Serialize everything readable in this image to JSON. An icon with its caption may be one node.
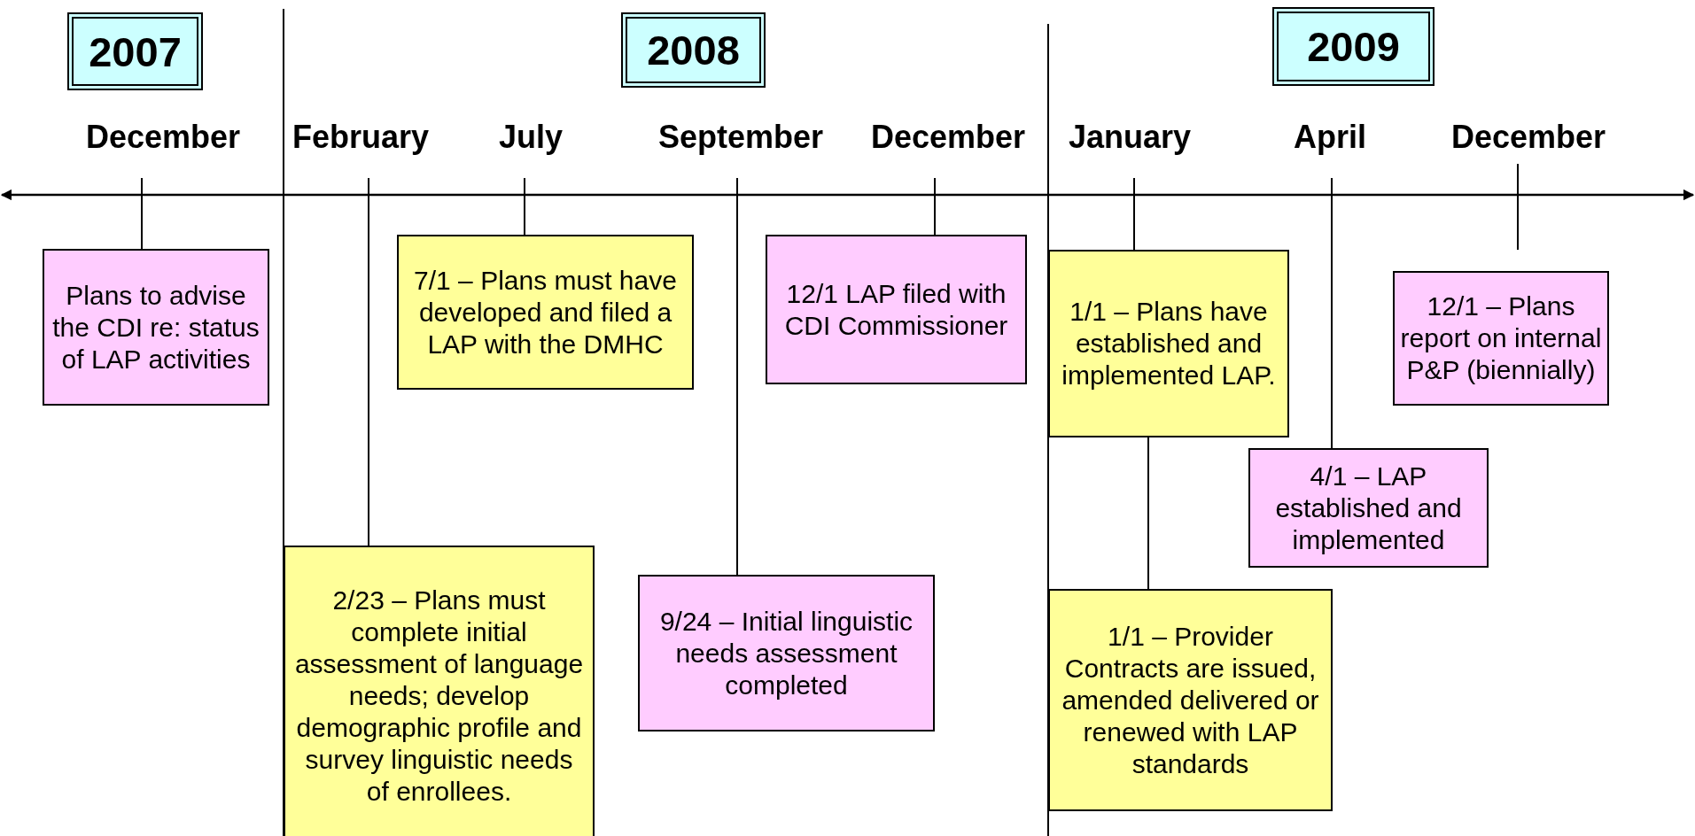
{
  "diagram": {
    "nodes": [
      {
        "text": [
          "2007"
        ]
      },
      {
        "text": [
          "2008"
        ]
      },
      {
        "text": [
          "2009"
        ]
      },
      {
        "text": [
          "Plans to advise the CDI re: status of LAP activities"
        ]
      },
      {
        "text": [
          "2/23 – Plans must complete initial assessment of language needs; develop demographic profile and survey linguistic needs of enrollees."
        ]
      },
      {
        "text": [
          "7/1 – Plans must have developed and filed a LAP with the DMHC"
        ]
      },
      {
        "text": [
          "9/24 – Initial linguistic needs assessment completed"
        ]
      },
      {
        "text": [
          "12/1 LAP filed with CDI Commissioner"
        ]
      },
      {
        "text": [
          "1/1 – Plans have established and implemented LAP."
        ]
      },
      {
        "text": [
          "1/1 – Provider Contracts are issued, amended delivered or renewed with LAP standards"
        ]
      },
      {
        "text": [
          "4/1 – LAP established and implemented"
        ]
      },
      {
        "text": [
          "12/1 – Plans report on internal P&P (biennially)"
        ]
      }
    ],
    "edges": [
      {
        "from": 3,
        "to": null,
        "arrow": "none"
      },
      {
        "from": 4,
        "to": null,
        "arrow": "none"
      },
      {
        "from": 5,
        "to": null,
        "arrow": "none"
      },
      {
        "from": 6,
        "to": null,
        "arrow": "none"
      },
      {
        "from": 7,
        "to": null,
        "arrow": "none"
      },
      {
        "from": 8,
        "to": null,
        "arrow": "none"
      },
      {
        "from": 8,
        "to": 9,
        "arrow": "none"
      },
      {
        "from": 10,
        "to": null,
        "arrow": "none"
      }
    ],
    "labels": [
      "December",
      "February",
      "July",
      "September",
      "December",
      "January",
      "April",
      "December"
    ]
  }
}
